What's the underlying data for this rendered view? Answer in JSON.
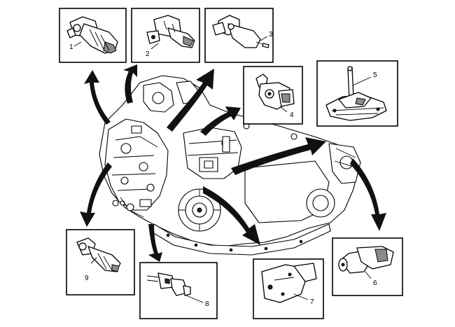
{
  "callouts": [
    {
      "id": 1,
      "label": "1"
    },
    {
      "id": 2,
      "label": "2"
    },
    {
      "id": 3,
      "label": "3"
    },
    {
      "id": 4,
      "label": "4"
    },
    {
      "id": 5,
      "label": "5"
    },
    {
      "id": 6,
      "label": "6"
    },
    {
      "id": 7,
      "label": "7"
    },
    {
      "id": 8,
      "label": "8"
    },
    {
      "id": 9,
      "label": "9"
    }
  ],
  "colors": {
    "line": "#000000",
    "arrow": "#111111",
    "shade": "#8a8a8a",
    "background": "#ffffff"
  }
}
